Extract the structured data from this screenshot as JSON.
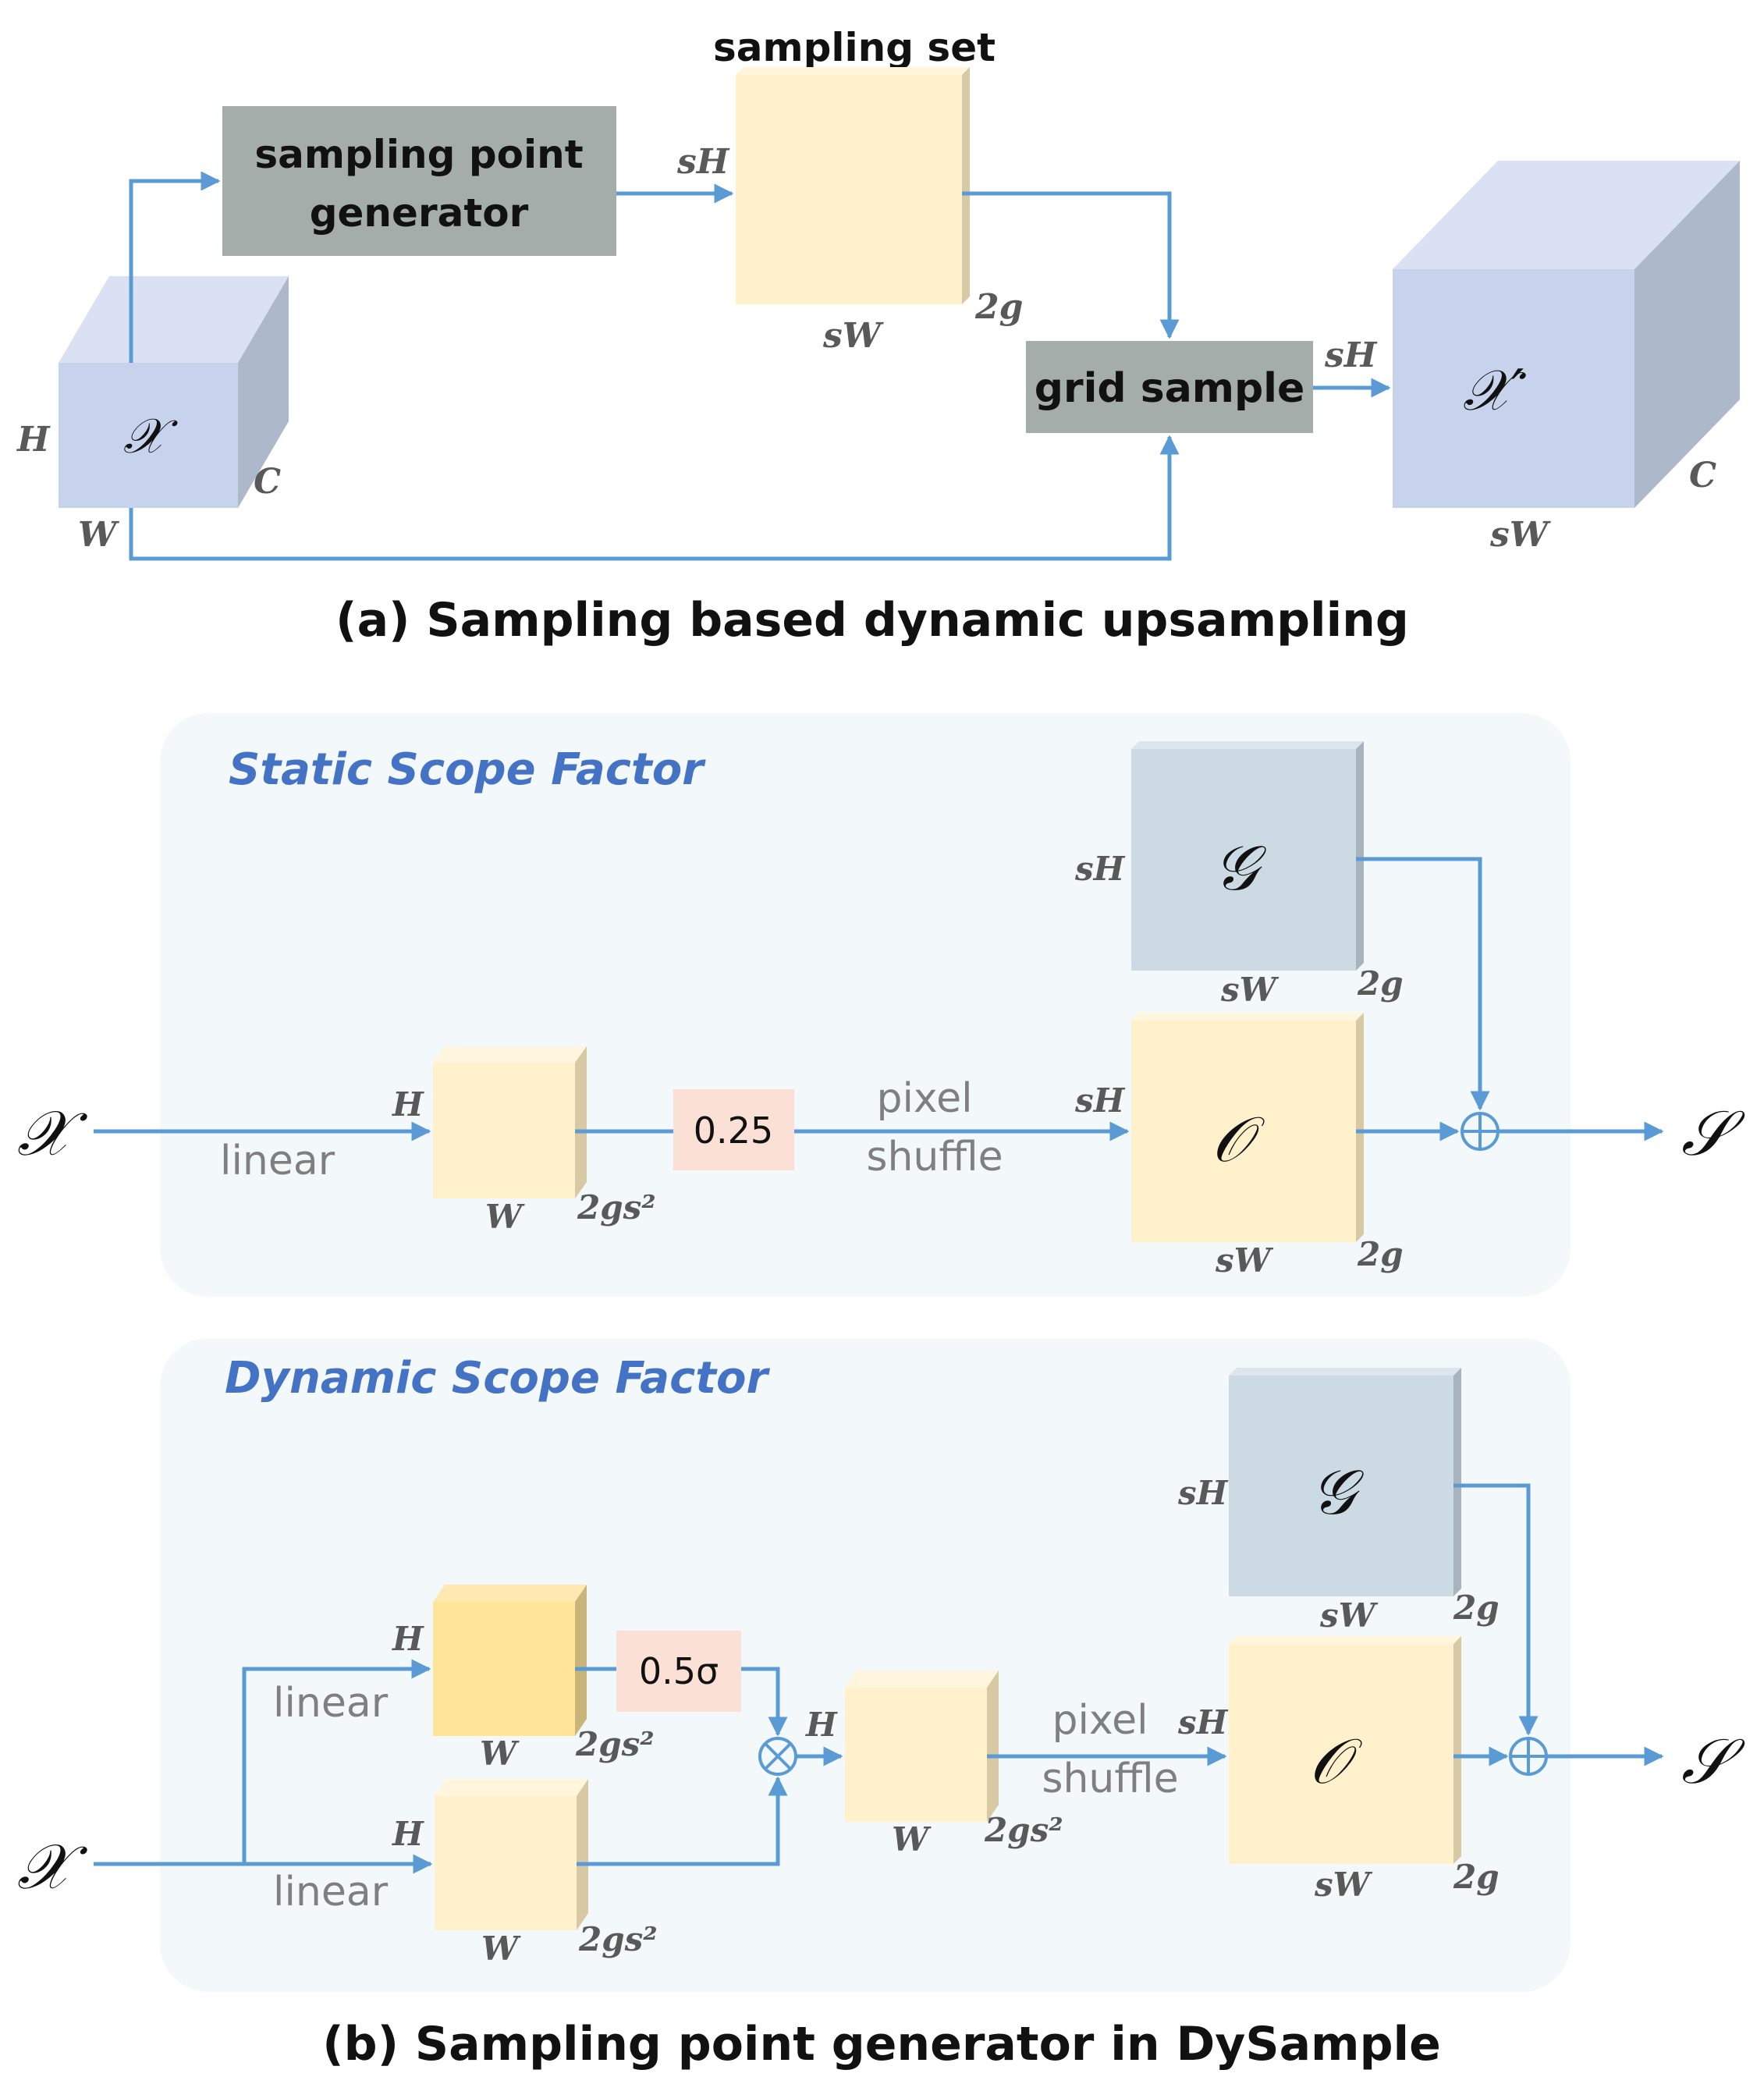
{
  "part_a": {
    "caption": "(a) Sampling based dynamic upsampling",
    "input": {
      "symbol": "𝒳",
      "h": "H",
      "w": "W",
      "c": "C"
    },
    "generator_label": [
      "sampling point",
      "generator"
    ],
    "sampling_set": {
      "title": "sampling set",
      "h": "sH",
      "w": "sW",
      "c": "2g"
    },
    "grid_sample_label": "grid sample",
    "output": {
      "symbol": "𝒳′",
      "h": "sH",
      "w": "sW",
      "c": "C"
    }
  },
  "part_b": {
    "caption": "(b) Sampling point generator in DySample",
    "static": {
      "title": "Static Scope Factor",
      "input_symbol": "𝒳",
      "linear_label": "linear",
      "feat": {
        "h": "H",
        "w": "W",
        "c": "2gs²"
      },
      "scale": "0.25",
      "shuffle": [
        "pixel",
        "shuffle"
      ],
      "grid": {
        "symbol": "𝒢",
        "h": "sH",
        "w": "sW",
        "c": "2g"
      },
      "offset": {
        "symbol": "𝒪",
        "h": "sH",
        "w": "sW",
        "c": "2g"
      },
      "output_symbol": "𝒮"
    },
    "dynamic": {
      "title": "Dynamic Scope Factor",
      "input_symbol": "𝒳",
      "linear_top": "linear",
      "linear_bottom": "linear",
      "feat_top": {
        "h": "H",
        "w": "W",
        "c": "2gs²"
      },
      "feat_bottom": {
        "h": "H",
        "w": "W",
        "c": "2gs²"
      },
      "scale": "0.5σ",
      "feat_mul": {
        "h": "H",
        "w": "W",
        "c": "2gs²"
      },
      "shuffle": [
        "pixel",
        "shuffle"
      ],
      "grid": {
        "symbol": "𝒢",
        "h": "sH",
        "w": "sW",
        "c": "2g"
      },
      "offset": {
        "symbol": "𝒪",
        "h": "sH",
        "w": "sW",
        "c": "2g"
      },
      "output_symbol": "𝒮"
    }
  },
  "colors": {
    "arrow": "#5b9bd5",
    "blue_cube": "#c7d3ec",
    "yellow_cube": "#fff1cc",
    "yellow_dark_cube": "#ffe499",
    "grid_cube": "#ccdae3",
    "gray_box": "#a5adaa",
    "scale_box": "#fbe1d5",
    "panel_bg": "#f3f8fa",
    "panel_title": "#4472c4"
  }
}
